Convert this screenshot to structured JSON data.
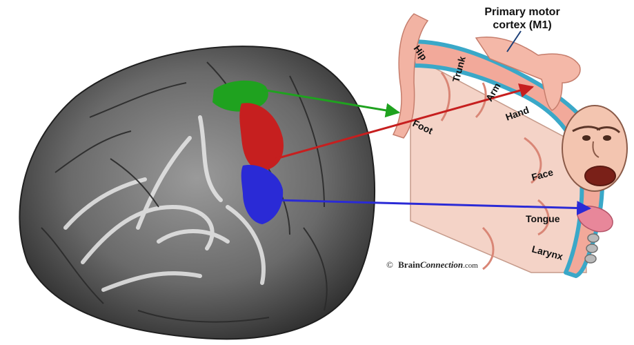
{
  "title_line1": "Primary motor",
  "title_line2": "cortex (M1)",
  "regions": {
    "hip": "Hip",
    "trunk": "Trunk",
    "arm": "Arm",
    "hand": "Hand",
    "foot": "Foot",
    "face": "Face",
    "tongue": "Tongue",
    "larynx": "Larynx"
  },
  "copyright": {
    "symbol": "©",
    "brand_a": "Brain",
    "brand_b": "Connection",
    "brand_c": ".com"
  },
  "colors": {
    "leg_region": "#1fa21f",
    "arm_region": "#c61f1f",
    "face_region": "#2a2ad6",
    "cortex_outline": "#3aa8c8",
    "cortex_fill": "#f6c6b8",
    "brain_gray": "#6e6e6e"
  }
}
